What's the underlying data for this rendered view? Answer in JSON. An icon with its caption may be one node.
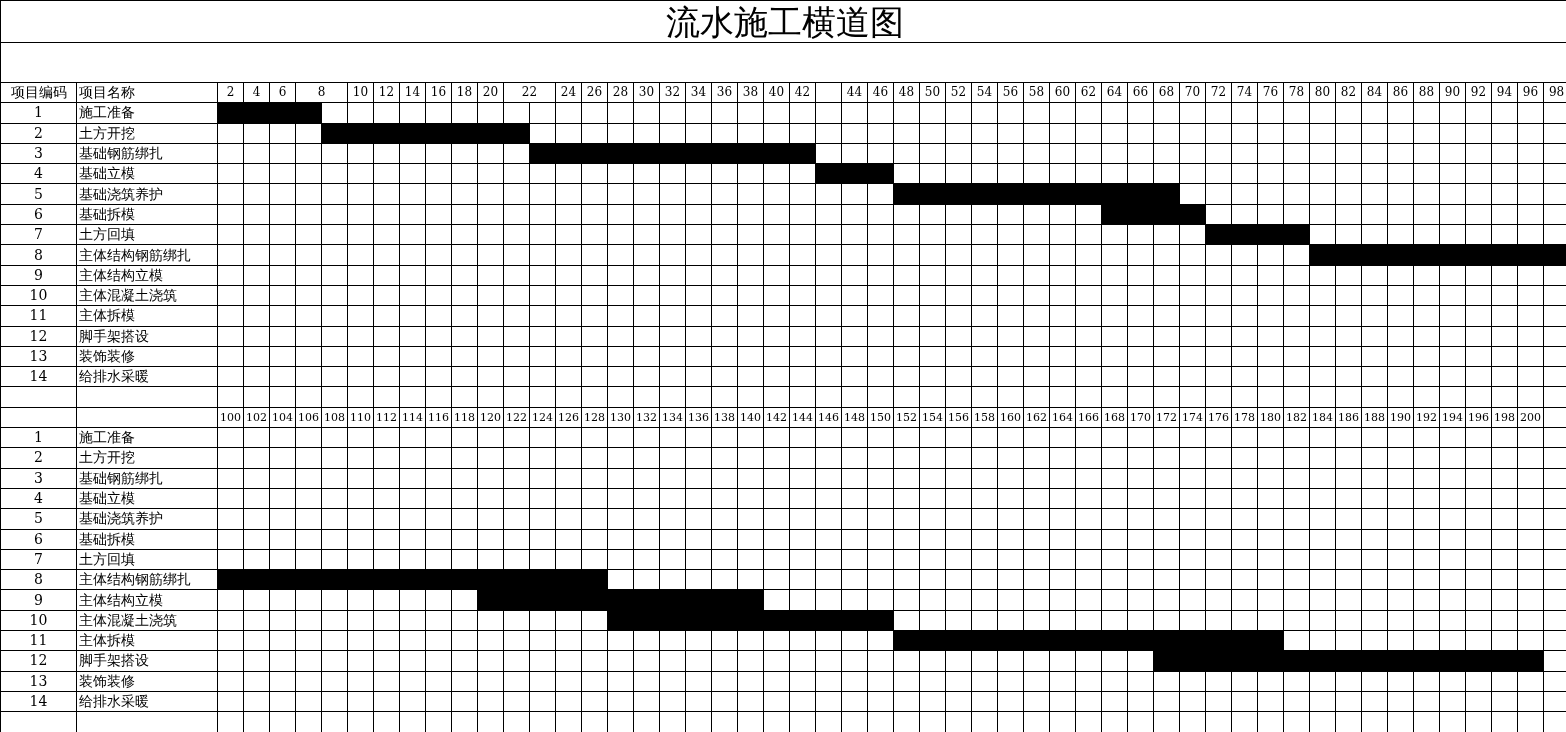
{
  "diagram": {
    "title": "流水施工横道图",
    "nodes": [
      {
        "text": [],
        "shape": "bar"
      },
      {
        "text": [],
        "shape": "bar"
      },
      {
        "text": [],
        "shape": "bar"
      },
      {
        "text": [],
        "shape": "bar"
      },
      {
        "text": [],
        "shape": "bar"
      },
      {
        "text": [],
        "shape": "bar"
      },
      {
        "text": [],
        "shape": "bar"
      },
      {
        "text": [],
        "shape": "bar"
      },
      {
        "text": [],
        "shape": "bar"
      },
      {
        "text": [],
        "shape": "bar"
      },
      {
        "text": [],
        "shape": "bar"
      },
      {
        "text": [],
        "shape": "bar"
      },
      {
        "text": [],
        "shape": "bar"
      }
    ],
    "labels": [
      "项目编码",
      "项目名称",
      "2",
      "4",
      "6",
      "8",
      "10",
      "12",
      "14",
      "16",
      "18",
      "20",
      "22",
      "24",
      "26",
      "28",
      "30",
      "32",
      "34",
      "36",
      "38",
      "40",
      "42",
      "44",
      "46",
      "48",
      "50",
      "52",
      "54",
      "56",
      "58",
      "60",
      "62",
      "64",
      "66",
      "68",
      "70",
      "72",
      "74",
      "76",
      "78",
      "80",
      "82",
      "84",
      "86",
      "88",
      "90",
      "92",
      "94",
      "96",
      "98",
      "1",
      "施工准备",
      "2",
      "土方开挖",
      "3",
      "基础钢筋绑扎",
      "4",
      "基础立模",
      "5",
      "基础浇筑养护",
      "6",
      "基础拆模",
      "7",
      "土方回填",
      "8",
      "主体结构钢筋绑扎",
      "9",
      "主体结构立模",
      "10",
      "主体混凝土浇筑",
      "11",
      "主体拆模",
      "12",
      "脚手架搭设",
      "13",
      "装饰装修",
      "14",
      "给排水采暖",
      "100",
      "102",
      "104",
      "106",
      "108",
      "110",
      "112",
      "114",
      "116",
      "118",
      "120",
      "122",
      "124",
      "126",
      "128",
      "130",
      "132",
      "134",
      "136",
      "138",
      "140",
      "142",
      "144",
      "146",
      "148",
      "150",
      "152",
      "154",
      "156",
      "158",
      "160",
      "162",
      "164",
      "166",
      "168",
      "170",
      "172",
      "174",
      "176",
      "178",
      "180",
      "182",
      "184",
      "186",
      "188",
      "190",
      "192",
      "194",
      "196",
      "198",
      "200",
      "1",
      "施工准备",
      "2",
      "土方开挖",
      "3",
      "基础钢筋绑扎",
      "4",
      "基础立模",
      "5",
      "基础浇筑养护",
      "6",
      "基础拆模",
      "7",
      "土方回填",
      "8",
      "主体结构钢筋绑扎",
      "9",
      "主体结构立模",
      "10",
      "主体混凝土浇筑",
      "11",
      "主体拆模",
      "12",
      "脚手架搭设",
      "13",
      "装饰装修",
      "14",
      "给排水采暖"
    ]
  }
}
